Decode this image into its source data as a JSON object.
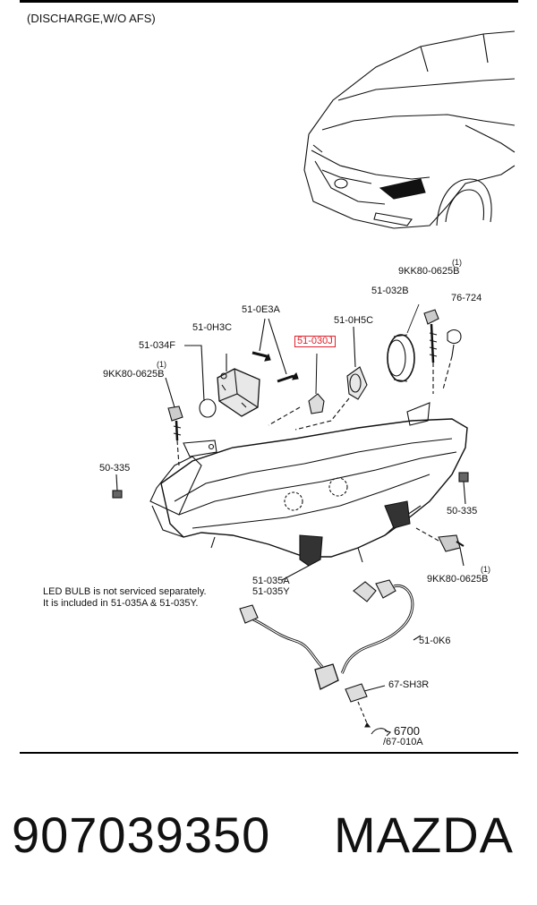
{
  "diagram": {
    "heading": "(DISCHARGE,W/O AFS)",
    "labels": {
      "p_9kk_top_qty": "(1)",
      "p_9kk_top": "9KK80-0625B",
      "p_51_032b": "51-032B",
      "p_76_724": "76-724",
      "p_51_0e3a": "51-0E3A",
      "p_51_0h3c": "51-0H3C",
      "p_51_0h5c": "51-0H5C",
      "p_51_034f": "51-034F",
      "p_51_030j": "51-030J",
      "p_9kk_left_qty": "(1)",
      "p_9kk_left": "9KK80-0625B",
      "p_50_335_left": "50-335",
      "p_50_335_right": "50-335",
      "p_9kk_right_qty": "(1)",
      "p_9kk_right": "9KK80-0625B",
      "p_51_035a": "51-035A",
      "p_51_035y": "51-035Y",
      "p_51_0k6": "51-0K6",
      "p_67_sh3r": "67-SH3R",
      "p_6700": "6700",
      "p_67_010a": "/67-010A"
    },
    "note_line1": "LED BULB is not serviced separately.",
    "note_line2": "It is included in  51-035A &  51-035Y.",
    "highlight_color": "#e0202a"
  },
  "footer": {
    "part_number": "907039350",
    "brand": "MAZDA"
  }
}
